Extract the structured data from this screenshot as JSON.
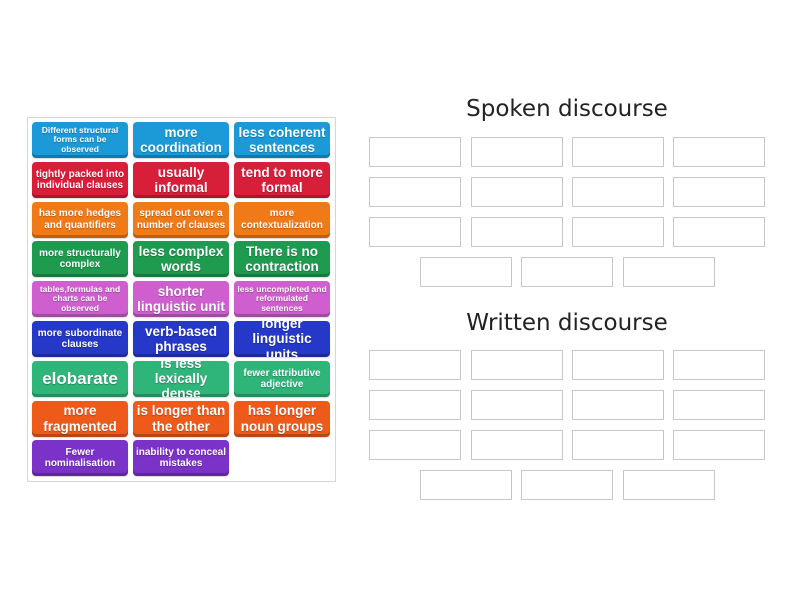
{
  "cards": [
    {
      "text": "Different structural forms can be observed",
      "color": "#1c9ad8",
      "size": "xs"
    },
    {
      "text": "more coordination",
      "color": "#1c9ad8",
      "size": "m"
    },
    {
      "text": "less coherent sentences",
      "color": "#1c9ad8",
      "size": "m"
    },
    {
      "text": "tightly packed into individual clauses",
      "color": "#d81f3a",
      "size": "s"
    },
    {
      "text": "usually informal",
      "color": "#d81f3a",
      "size": "m"
    },
    {
      "text": "tend to more formal",
      "color": "#d81f3a",
      "size": "m"
    },
    {
      "text": "has more hedges and quantifiers",
      "color": "#f07a18",
      "size": "s"
    },
    {
      "text": "spread out over a number of clauses",
      "color": "#f07a18",
      "size": "s"
    },
    {
      "text": "more contextualization",
      "color": "#f07a18",
      "size": "s"
    },
    {
      "text": "more structurally complex",
      "color": "#1e9b4f",
      "size": "s"
    },
    {
      "text": "less complex words",
      "color": "#1e9b4f",
      "size": "m"
    },
    {
      "text": "There is no contraction",
      "color": "#1e9b4f",
      "size": "m"
    },
    {
      "text": "tables,formulas and charts can be observed",
      "color": "#cf5fcf",
      "size": "xs"
    },
    {
      "text": "shorter linguistic unit",
      "color": "#cf5fcf",
      "size": "m"
    },
    {
      "text": "less uncompleted and reformulated sentences",
      "color": "#cf5fcf",
      "size": "xs"
    },
    {
      "text": "more subordinate clauses",
      "color": "#2538c8",
      "size": "s"
    },
    {
      "text": "verb-based phrases",
      "color": "#2538c8",
      "size": "m"
    },
    {
      "text": "longer linguistic units",
      "color": "#2538c8",
      "size": "m"
    },
    {
      "text": "elobarate",
      "color": "#2fb47a",
      "size": "l"
    },
    {
      "text": "is less lexically dense",
      "color": "#2fb47a",
      "size": "m"
    },
    {
      "text": "fewer attributive adjective",
      "color": "#2fb47a",
      "size": "s"
    },
    {
      "text": "more fragmented",
      "color": "#ee5a1a",
      "size": "m"
    },
    {
      "text": "is longer than the other",
      "color": "#ee5a1a",
      "size": "m"
    },
    {
      "text": "has longer noun groups",
      "color": "#ee5a1a",
      "size": "m"
    },
    {
      "text": "Fewer nominalisation",
      "color": "#7b32c8",
      "size": "s"
    },
    {
      "text": "inability to conceal mistakes",
      "color": "#7b32c8",
      "size": "s"
    }
  ],
  "groups": [
    {
      "title": "Spoken discourse",
      "slot_count": 15
    },
    {
      "title": "Written discourse",
      "slot_count": 15
    }
  ]
}
